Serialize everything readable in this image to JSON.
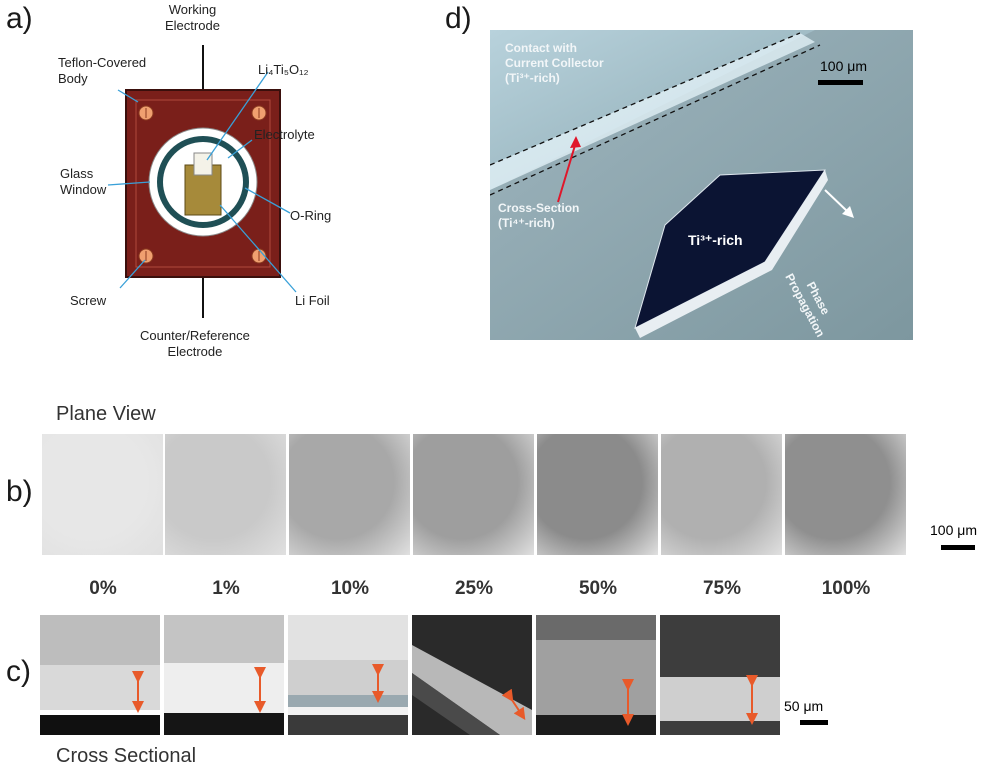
{
  "panel_a": {
    "letter": "a)",
    "labels": {
      "working_electrode": "Working\nElectrode",
      "teflon_body": "Teflon-Covered\nBody",
      "lto": "Li₄Ti₅O₁₂",
      "electrolyte": "Electrolyte",
      "glass_window": "Glass\nWindow",
      "o_ring": "O-Ring",
      "screw": "Screw",
      "li_foil": "Li Foil",
      "counter_electrode": "Counter/Reference\nElectrode"
    }
  },
  "panel_d": {
    "letter": "d)",
    "contact": "Contact with\nCurrent Collector\n(Ti³⁺-rich)",
    "cross_section": "Cross-Section\n(Ti⁴⁺-rich)",
    "ti3_rich": "Ti³⁺-rich",
    "phase_propagation": "Phase\nPropagation",
    "scale": "100 μm"
  },
  "panel_b": {
    "letter": "b)",
    "title": "Plane View",
    "scale": "100 μm",
    "states": [
      "0%",
      "1%",
      "10%",
      "25%",
      "50%",
      "75%",
      "100%"
    ],
    "tile_colors": [
      "#e7e7e7",
      "#c9c9c9",
      "#a8a8a8",
      "#9e9e9e",
      "#8b8b8b",
      "#b0b0b0",
      "#8f8f8f"
    ]
  },
  "panel_c": {
    "letter": "c)",
    "title": "Cross Sectional",
    "scale": "50 μm"
  }
}
